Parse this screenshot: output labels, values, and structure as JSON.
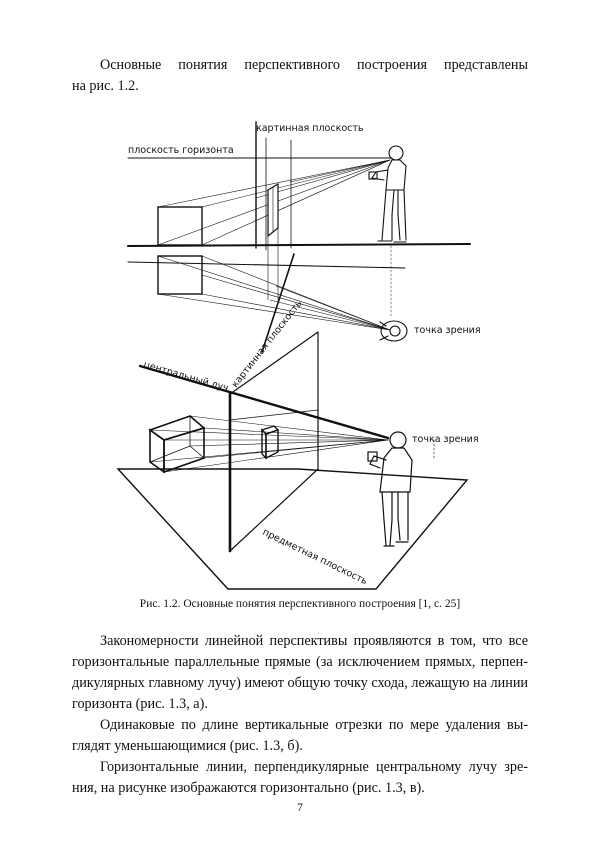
{
  "intro": {
    "line1": "Основные понятия перспективного построения представлены",
    "line2": "на рис. 1.2."
  },
  "figure": {
    "label_picture_plane_top": "картинная плоскость",
    "label_horizon_plane": "плоскость горизонта",
    "label_viewpoint_top": "точка зрения",
    "label_picture_plane_bottom": "картинная плоскость",
    "label_central_ray": "центральный луч",
    "label_viewpoint_bottom": "точка зрения",
    "label_object_plane": "предметная плоскость"
  },
  "caption": "Рис. 1.2. Основные понятия перспективного построения [1, с. 25]",
  "body": {
    "p1": [
      "Закономерности линейной перспективы проявляются в том, что все",
      "горизонтальные параллельные прямые (за исключением прямых, перпен-",
      "дикулярных главному лучу) имеют общую точку схода, лежащую на линии",
      "горизонта (рис. 1.3, а)."
    ],
    "p2": [
      "Одинаковые по длине вертикальные отрезки по мере удаления вы-",
      "глядят уменьшающимися (рис. 1.3, б)."
    ],
    "p3": [
      "Горизонтальные линии, перпендикулярные центральному лучу зре-",
      "ния, на рисунке изображаются горизонтально (рис. 1.3, в)."
    ]
  },
  "page_number": "7"
}
